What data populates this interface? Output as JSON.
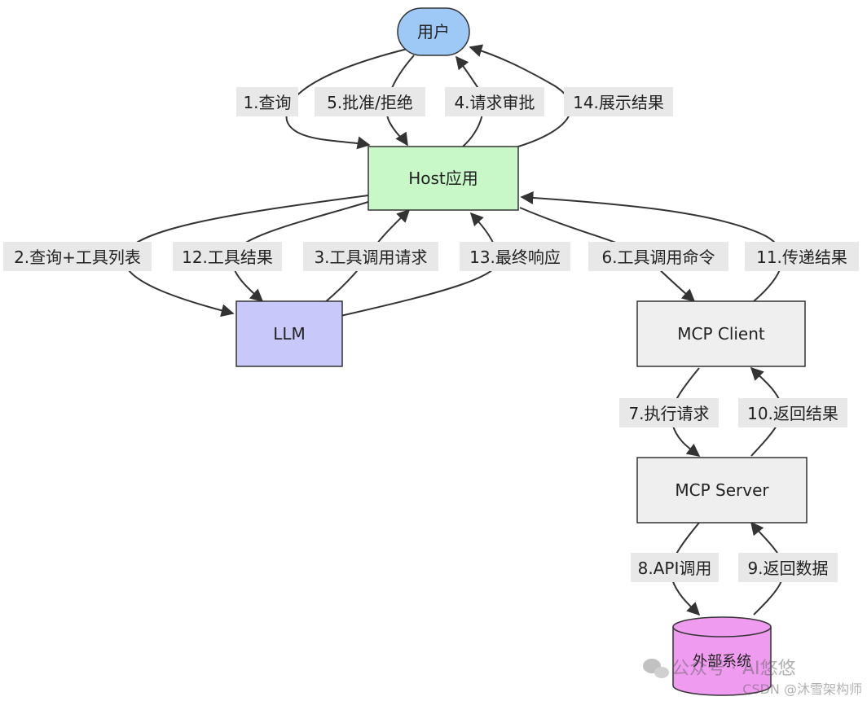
{
  "nodes": {
    "user": "用户",
    "host": "Host应用",
    "llm": "LLM",
    "mcp_client": "MCP Client",
    "mcp_server": "MCP Server",
    "external": "外部系统"
  },
  "edges": {
    "e1": "1.查询",
    "e5": "5.批准/拒绝",
    "e4": "4.请求审批",
    "e14": "14.展示结果",
    "e2": "2.查询+工具列表",
    "e12": "12.工具结果",
    "e3": "3.工具调用请求",
    "e13": "13.最终响应",
    "e6": "6.工具调用命令",
    "e11": "11.传递结果",
    "e7": "7.执行请求",
    "e10": "10.返回结果",
    "e8": "8.API调用",
    "e9": "9.返回数据"
  },
  "watermark": {
    "wechat": "公众号 · AI悠悠",
    "csdn": "CSDN @沐雪架构师"
  },
  "colors": {
    "user": "#9ec9f7",
    "host": "#c8f7c8",
    "llm": "#c8c8fb",
    "mcp": "#efefef",
    "external": "#ef9cf0"
  }
}
